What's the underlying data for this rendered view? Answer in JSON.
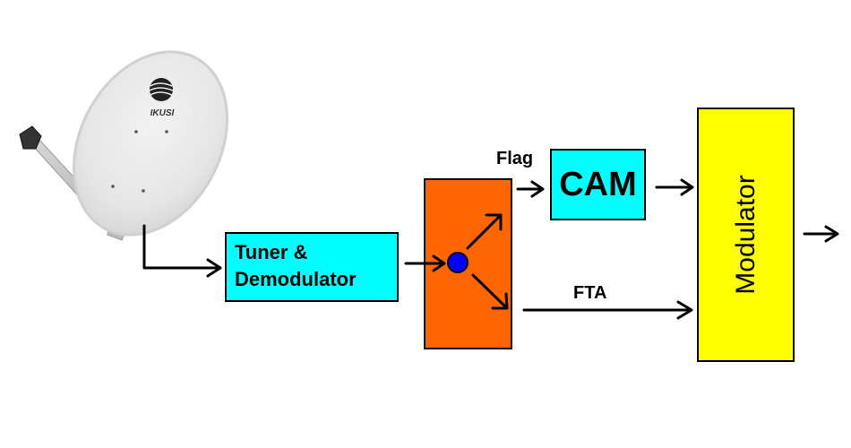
{
  "diagram": {
    "dish": {
      "brand": "IKUSI"
    },
    "tuner": {
      "line1": "Tuner &",
      "line2": "Demodulator"
    },
    "switch": {
      "label": ""
    },
    "cam": {
      "label": "CAM"
    },
    "flag_label": "Flag",
    "fta_label": "FTA",
    "modulator": {
      "label": "Modulator"
    },
    "colors": {
      "tuner_fill": "#00FFFF",
      "cam_fill": "#00FFFF",
      "switch_fill": "#FF6600",
      "modulator_fill": "#FFFF00",
      "node_fill": "#0000FF",
      "line": "#000000"
    }
  }
}
